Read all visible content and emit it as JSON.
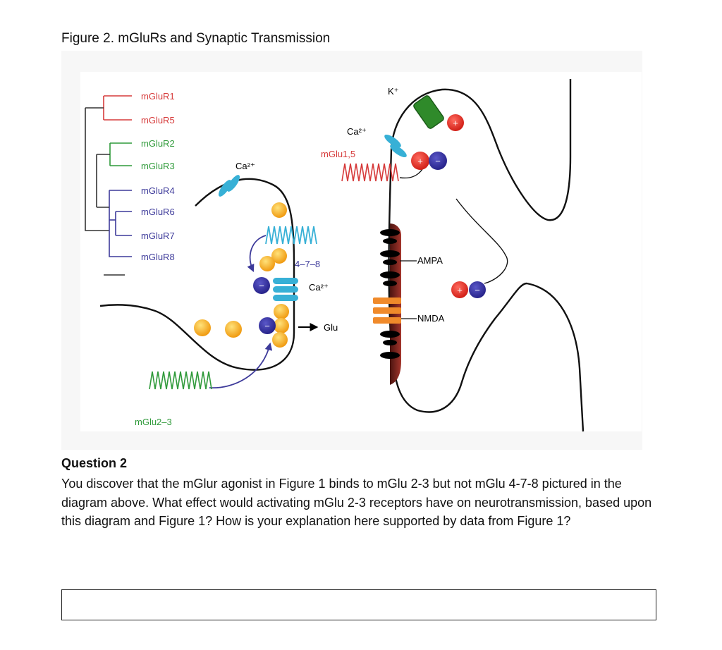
{
  "figure_title": "Figure 2. mGluRs and Synaptic Transmission",
  "diagram": {
    "tree_leaves": [
      "mGluR1",
      "mGluR5",
      "mGluR2",
      "mGluR3",
      "mGluR4",
      "mGluR6",
      "mGluR7",
      "mGluR8"
    ],
    "group_colors": {
      "group1": "#d63a3a",
      "group2": "#2f9a3a",
      "group3": "#3d3a9a"
    },
    "labels": {
      "ca_left": "Ca²⁺",
      "ca_pre": "Ca²⁺",
      "ca_post": "Ca²⁺",
      "k_ion": "K⁺",
      "mglu15": "mGlu1,5",
      "mglu478": "4–7–8",
      "mglu23": "mGlu2–3",
      "glu": "Glu",
      "ampa": "AMPA",
      "nmda": "NMDA"
    }
  },
  "question": {
    "heading": "Question 2",
    "text": "You discover that the mGlur agonist in Figure 1 binds to mGlu 2-3 but not mGlu 4-7-8 pictured in the diagram above. What effect would activating mGlu 2-3 receptors have on neurotransmission, based upon this diagram and Figure 1? How is your explanation here supported by data from Figure 1?"
  },
  "answer": {
    "value": ""
  }
}
